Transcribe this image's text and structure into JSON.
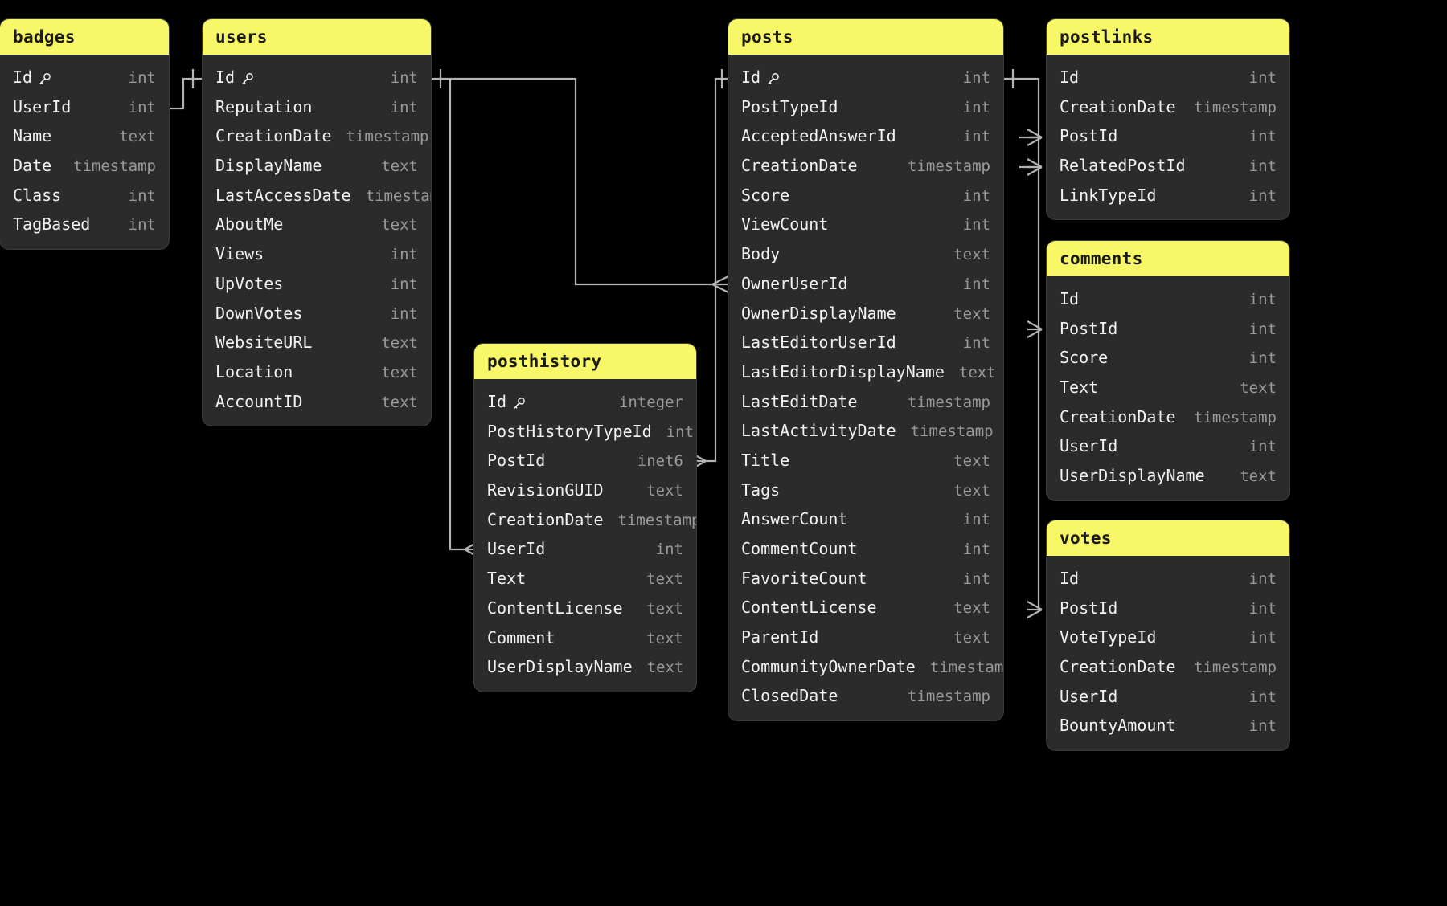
{
  "canvas": {
    "background": "#000000",
    "card_bg": "#2b2b2b",
    "header_bg": "#f7f768",
    "header_text": "#1a1a1a",
    "column_name_color": "#f2f2f2",
    "column_type_color": "#9a9a9a",
    "connector_color": "#b3b3b3"
  },
  "diagram": {
    "kind": "entity-relationship-diagram",
    "notation": "crows-foot",
    "primary_key_icon": "key-icon",
    "tables": [
      {
        "id": "badges",
        "name": "badges",
        "columns": [
          {
            "name": "Id",
            "type": "int",
            "pk": true
          },
          {
            "name": "UserId",
            "type": "int",
            "pk": false
          },
          {
            "name": "Name",
            "type": "text",
            "pk": false
          },
          {
            "name": "Date",
            "type": "timestamp",
            "pk": false
          },
          {
            "name": "Class",
            "type": "int",
            "pk": false
          },
          {
            "name": "TagBased",
            "type": "int",
            "pk": false
          }
        ]
      },
      {
        "id": "users",
        "name": "users",
        "columns": [
          {
            "name": "Id",
            "type": "int",
            "pk": true
          },
          {
            "name": "Reputation",
            "type": "int",
            "pk": false
          },
          {
            "name": "CreationDate",
            "type": "timestamp",
            "pk": false
          },
          {
            "name": "DisplayName",
            "type": "text",
            "pk": false
          },
          {
            "name": "LastAccessDate",
            "type": "timestamp",
            "pk": false
          },
          {
            "name": "AboutMe",
            "type": "text",
            "pk": false
          },
          {
            "name": "Views",
            "type": "int",
            "pk": false
          },
          {
            "name": "UpVotes",
            "type": "int",
            "pk": false
          },
          {
            "name": "DownVotes",
            "type": "int",
            "pk": false
          },
          {
            "name": "WebsiteURL",
            "type": "text",
            "pk": false
          },
          {
            "name": "Location",
            "type": "text",
            "pk": false
          },
          {
            "name": "AccountID",
            "type": "text",
            "pk": false
          }
        ]
      },
      {
        "id": "posthistory",
        "name": "posthistory",
        "columns": [
          {
            "name": "Id",
            "type": "integer",
            "pk": true
          },
          {
            "name": "PostHistoryTypeId",
            "type": "int",
            "pk": false
          },
          {
            "name": "PostId",
            "type": "inet6",
            "pk": false
          },
          {
            "name": "RevisionGUID",
            "type": "text",
            "pk": false
          },
          {
            "name": "CreationDate",
            "type": "timestamp",
            "pk": false
          },
          {
            "name": "UserId",
            "type": "int",
            "pk": false
          },
          {
            "name": "Text",
            "type": "text",
            "pk": false
          },
          {
            "name": "ContentLicense",
            "type": "text",
            "pk": false
          },
          {
            "name": "Comment",
            "type": "text",
            "pk": false
          },
          {
            "name": "UserDisplayName",
            "type": "text",
            "pk": false
          }
        ]
      },
      {
        "id": "posts",
        "name": "posts",
        "columns": [
          {
            "name": "Id",
            "type": "int",
            "pk": true
          },
          {
            "name": "PostTypeId",
            "type": "int",
            "pk": false
          },
          {
            "name": "AcceptedAnswerId",
            "type": "int",
            "pk": false
          },
          {
            "name": "CreationDate",
            "type": "timestamp",
            "pk": false
          },
          {
            "name": "Score",
            "type": "int",
            "pk": false
          },
          {
            "name": "ViewCount",
            "type": "int",
            "pk": false
          },
          {
            "name": "Body",
            "type": "text",
            "pk": false
          },
          {
            "name": "OwnerUserId",
            "type": "int",
            "pk": false
          },
          {
            "name": "OwnerDisplayName",
            "type": "text",
            "pk": false
          },
          {
            "name": "LastEditorUserId",
            "type": "int",
            "pk": false
          },
          {
            "name": "LastEditorDisplayName",
            "type": "text",
            "pk": false
          },
          {
            "name": "LastEditDate",
            "type": "timestamp",
            "pk": false
          },
          {
            "name": "LastActivityDate",
            "type": "timestamp",
            "pk": false
          },
          {
            "name": "Title",
            "type": "text",
            "pk": false
          },
          {
            "name": "Tags",
            "type": "text",
            "pk": false
          },
          {
            "name": "AnswerCount",
            "type": "int",
            "pk": false
          },
          {
            "name": "CommentCount",
            "type": "int",
            "pk": false
          },
          {
            "name": "FavoriteCount",
            "type": "int",
            "pk": false
          },
          {
            "name": "ContentLicense",
            "type": "text",
            "pk": false
          },
          {
            "name": "ParentId",
            "type": "text",
            "pk": false
          },
          {
            "name": "CommunityOwnerDate",
            "type": "timestamp",
            "pk": false
          },
          {
            "name": "ClosedDate",
            "type": "timestamp",
            "pk": false
          }
        ]
      },
      {
        "id": "postlinks",
        "name": "postlinks",
        "columns": [
          {
            "name": "Id",
            "type": "int",
            "pk": false
          },
          {
            "name": "CreationDate",
            "type": "timestamp",
            "pk": false
          },
          {
            "name": "PostId",
            "type": "int",
            "pk": false
          },
          {
            "name": "RelatedPostId",
            "type": "int",
            "pk": false
          },
          {
            "name": "LinkTypeId",
            "type": "int",
            "pk": false
          }
        ]
      },
      {
        "id": "comments",
        "name": "comments",
        "columns": [
          {
            "name": "Id",
            "type": "int",
            "pk": false
          },
          {
            "name": "PostId",
            "type": "int",
            "pk": false
          },
          {
            "name": "Score",
            "type": "int",
            "pk": false
          },
          {
            "name": "Text",
            "type": "text",
            "pk": false
          },
          {
            "name": "CreationDate",
            "type": "timestamp",
            "pk": false
          },
          {
            "name": "UserId",
            "type": "int",
            "pk": false
          },
          {
            "name": "UserDisplayName",
            "type": "text",
            "pk": false
          }
        ]
      },
      {
        "id": "votes",
        "name": "votes",
        "columns": [
          {
            "name": "Id",
            "type": "int",
            "pk": false
          },
          {
            "name": "PostId",
            "type": "int",
            "pk": false
          },
          {
            "name": "VoteTypeId",
            "type": "int",
            "pk": false
          },
          {
            "name": "CreationDate",
            "type": "timestamp",
            "pk": false
          },
          {
            "name": "UserId",
            "type": "int",
            "pk": false
          },
          {
            "name": "BountyAmount",
            "type": "int",
            "pk": false
          }
        ]
      }
    ],
    "relationships": [
      {
        "from": "badges.UserId",
        "to": "users.Id"
      },
      {
        "from": "posts.OwnerUserId",
        "to": "users.Id"
      },
      {
        "from": "posthistory.UserId",
        "to": "users.Id"
      },
      {
        "from": "posthistory.PostId",
        "to": "posts.Id"
      },
      {
        "from": "postlinks.PostId",
        "to": "posts.Id"
      },
      {
        "from": "postlinks.RelatedPostId",
        "to": "posts.Id"
      },
      {
        "from": "comments.PostId",
        "to": "posts.Id"
      },
      {
        "from": "votes.PostId",
        "to": "posts.Id"
      }
    ]
  }
}
